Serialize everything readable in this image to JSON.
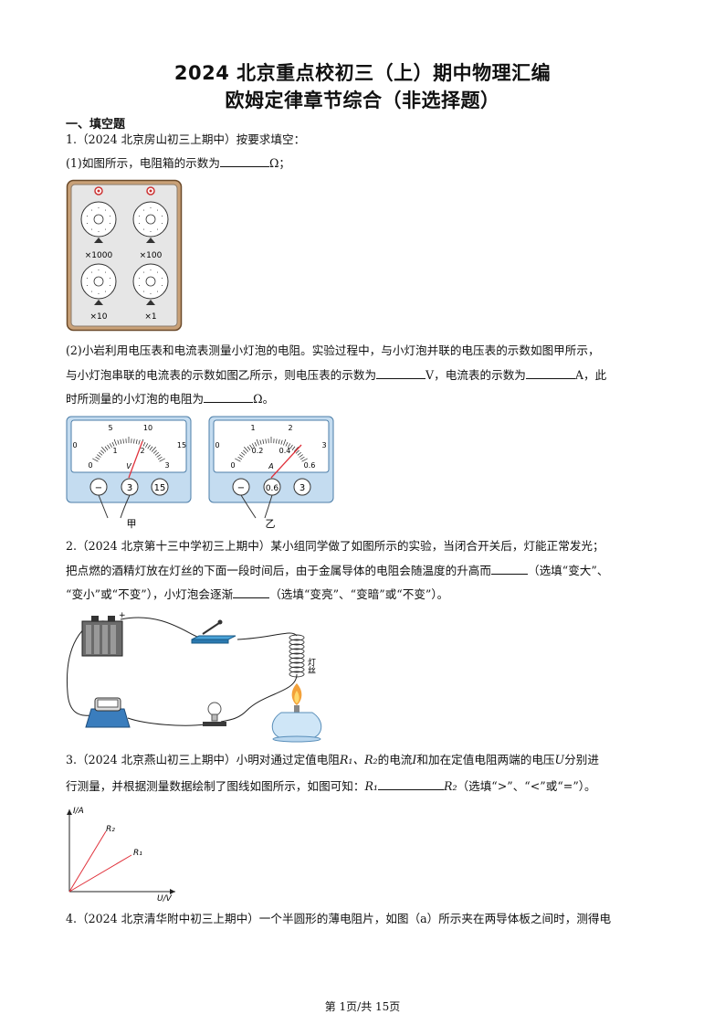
{
  "title_line1": "2024 北京重点校初三（上）期中物理汇编",
  "title_line2": "欧姆定律章节综合（非选择题）",
  "section1": "一、填空题",
  "q1": {
    "stem": "1.（2024 北京房山初三上期中）按要求填空：",
    "part1_a": "(1)如图所示，电阻箱的示数为",
    "part1_b": "Ω；",
    "dial_labels": [
      "×1000",
      "×100",
      "×10",
      "×1"
    ],
    "part2_l1": "(2)小岩利用电压表和电流表测量小灯泡的电阻。实验过程中，与小灯泡并联的电压表的示数如图甲所示，",
    "part2_l2a": "与小灯泡串联的电流表的示数如图乙所示，则电压表的示数为",
    "part2_l2b": "V，电流表的示数为",
    "part2_l2c": "A，此",
    "part2_l3a": "时所测量的小灯泡的电阻为",
    "part2_l3b": "Ω。",
    "voltmeter": {
      "outer_ticks": [
        "0",
        "5",
        "10",
        "15"
      ],
      "inner_ticks": [
        "0",
        "1",
        "2",
        "3"
      ],
      "unit": "V",
      "terminals": [
        "−",
        "3",
        "15"
      ],
      "label": "甲"
    },
    "ammeter": {
      "outer_ticks": [
        "0",
        "1",
        "2",
        "3"
      ],
      "inner_ticks": [
        "0",
        "0.2",
        "0.4",
        "0.6"
      ],
      "unit": "A",
      "terminals": [
        "−",
        "0.6",
        "3"
      ],
      "label": "乙"
    }
  },
  "q2": {
    "l1": "2.（2024 北京第十三中学初三上期中）某小组同学做了如图所示的实验，当闭合开关后，灯能正常发光；",
    "l2a": "把点燃的酒精灯放在灯丝的下面一段时间后，由于金属导体的电阻会随温度的升高而",
    "l2b": "（选填“变大”、",
    "l3a": "“变小”或“不变”），小灯泡会逐渐",
    "l3b": "（选填“变亮”、“变暗”或“不变”）。",
    "coil_label": "灯丝",
    "battery_plus": "+"
  },
  "q3": {
    "l1a": "3.（2024 北京燕山初三上期中）小明对通过定值电阻",
    "l1b": "R₁、R₂",
    "l1c": "的电流",
    "l1d": "I",
    "l1e": "和加在定值电阻两端的电压",
    "l1f": "U",
    "l1g": "分别进",
    "l2a": "行测量，并根据测量数据绘制了图线如图所示，如图可知：",
    "l2r1": "R₁",
    "l2r2": "R₂",
    "l2b": "（选填“>”、“<”或“=”）。",
    "y_axis": "I/A",
    "x_axis": "U/V",
    "line_r2": "R₂",
    "line_r1": "R₁"
  },
  "q4": {
    "l1": "4.（2024 北京清华附中初三上期中）一个半圆形的薄电阻片，如图（a）所示夹在两导体板之间时，测得电"
  },
  "footer": "第 1页/共 15页"
}
